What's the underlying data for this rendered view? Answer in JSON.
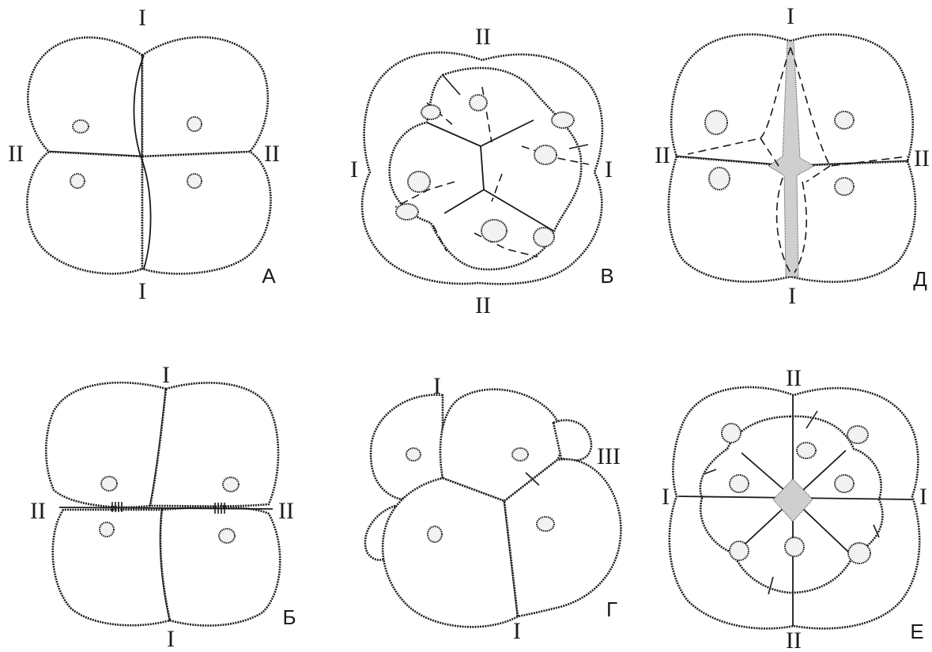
{
  "panels": [
    {
      "key": "A",
      "letter": "А",
      "top_label": "I",
      "bottom_label": "I",
      "left_label": "II",
      "right_label": "II"
    },
    {
      "key": "V",
      "letter": "В",
      "top_label": "II",
      "bottom_label": "II",
      "left_label": "I",
      "right_label": "I"
    },
    {
      "key": "D",
      "letter": "Д",
      "top_label": "I",
      "bottom_label": "I",
      "left_label": "II",
      "right_label": "II"
    },
    {
      "key": "B",
      "letter": "Б",
      "top_label": "I",
      "bottom_label": "I",
      "left_label": "II",
      "right_label": "II"
    },
    {
      "key": "G",
      "letter": "Г",
      "top_label": "I",
      "bottom_label": "I",
      "right_label": "III"
    },
    {
      "key": "E",
      "letter": "Е",
      "top_label": "II",
      "bottom_label": "II",
      "left_label": "I",
      "right_label": "I"
    }
  ]
}
